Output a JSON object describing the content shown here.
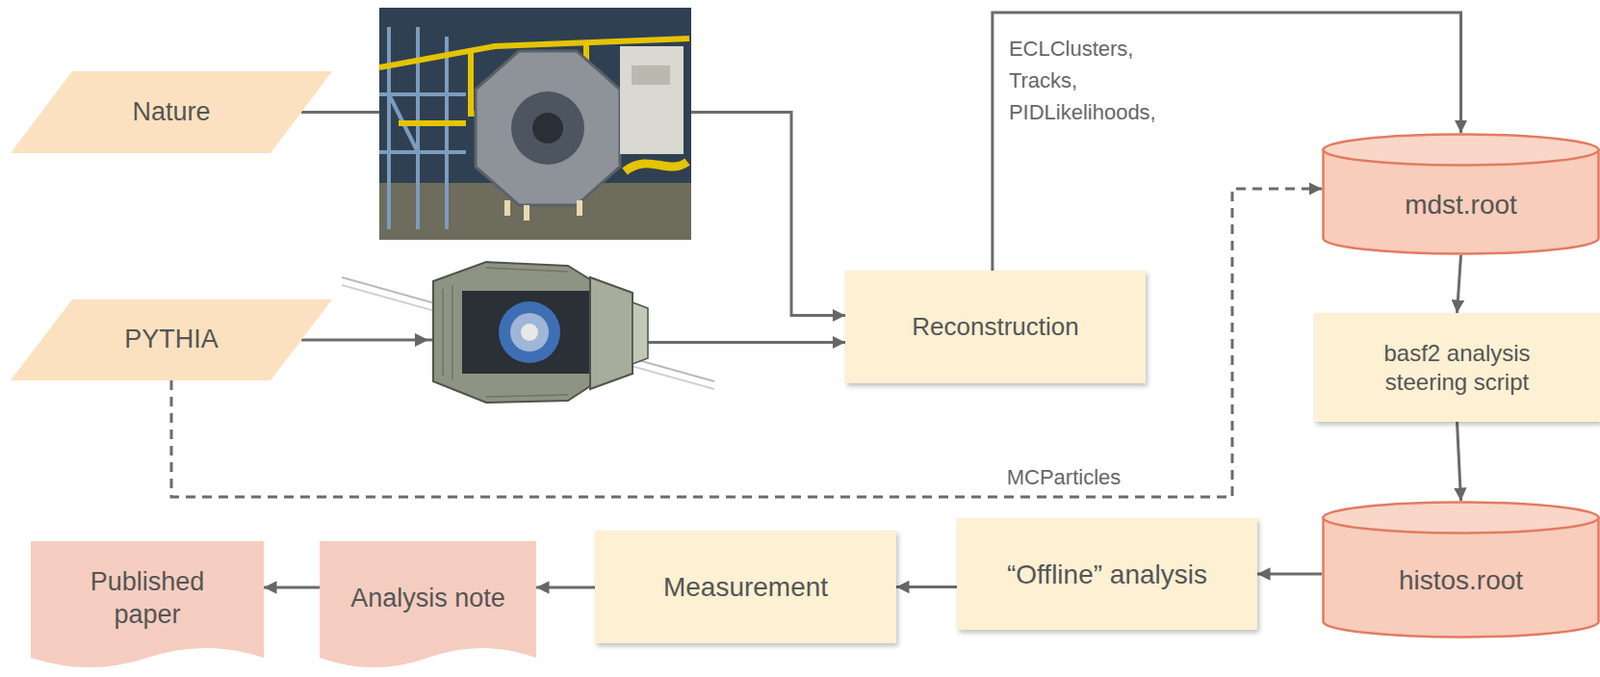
{
  "diagram": {
    "nodes": [
      {
        "text": [
          "Nature"
        ]
      },
      {
        "text": [
          "PYTHIA"
        ]
      },
      {
        "text": [
          "Reconstruction"
        ]
      },
      {
        "text": [
          "mdst.root"
        ]
      },
      {
        "text": [
          "basf2 analysis steering script"
        ]
      },
      {
        "text": [
          "histos.root"
        ]
      },
      {
        "text": [
          "“Offline” analysis"
        ]
      },
      {
        "text": [
          "Measurement"
        ]
      },
      {
        "text": [
          "Analysis note"
        ]
      },
      {
        "text": [
          "Published paper"
        ]
      }
    ],
    "edges": [
      {
        "from": 0,
        "to": 2,
        "arrow": "to"
      },
      {
        "from": 1,
        "to": 2,
        "arrow": "to"
      },
      {
        "from": 2,
        "to": 3,
        "label": "ECLClusters, Tracks, PIDLikelihoods,",
        "arrow": "to"
      },
      {
        "from": 1,
        "to": 3,
        "label": "MCParticles",
        "arrow": "to"
      },
      {
        "from": 3,
        "to": 4,
        "arrow": "to"
      },
      {
        "from": 4,
        "to": 5,
        "arrow": "to"
      },
      {
        "from": 5,
        "to": 6,
        "arrow": "to"
      },
      {
        "from": 6,
        "to": 7,
        "arrow": "to"
      },
      {
        "from": 7,
        "to": 8,
        "arrow": "to"
      },
      {
        "from": 8,
        "to": 9,
        "arrow": "to"
      }
    ]
  }
}
